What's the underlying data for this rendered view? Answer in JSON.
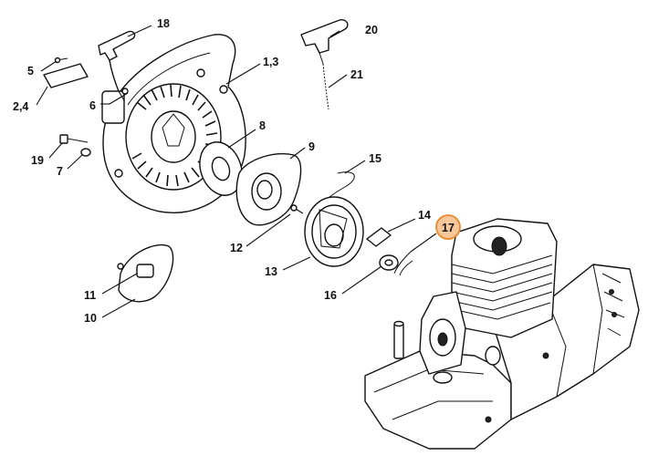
{
  "callouts": [
    {
      "id": "18",
      "text": "18"
    },
    {
      "id": "20",
      "text": "20"
    },
    {
      "id": "5",
      "text": "5"
    },
    {
      "id": "1_3",
      "text": "1,3"
    },
    {
      "id": "21",
      "text": "21"
    },
    {
      "id": "2_4",
      "text": "2,4"
    },
    {
      "id": "6",
      "text": "6"
    },
    {
      "id": "8",
      "text": "8"
    },
    {
      "id": "9",
      "text": "9"
    },
    {
      "id": "19",
      "text": "19"
    },
    {
      "id": "7",
      "text": "7"
    },
    {
      "id": "15",
      "text": "15"
    },
    {
      "id": "14",
      "text": "14"
    },
    {
      "id": "17",
      "text": "17",
      "highlighted": true
    },
    {
      "id": "12",
      "text": "12"
    },
    {
      "id": "13",
      "text": "13"
    },
    {
      "id": "16",
      "text": "16"
    },
    {
      "id": "11",
      "text": "11"
    },
    {
      "id": "10",
      "text": "10"
    }
  ],
  "highlight_color": "#E8892B",
  "highlight_fill": "#F7C79A"
}
